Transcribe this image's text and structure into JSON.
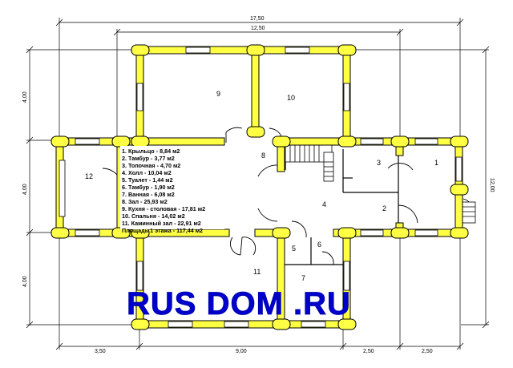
{
  "colors": {
    "wall_fill": "#ffff44",
    "wall_stroke": "#000000",
    "window_fill": "#ffffff",
    "dim_line": "#000000",
    "brand": "#0000cc",
    "legend_bg": "#ffffff"
  },
  "brand": {
    "text": "RUS DOM .RU"
  },
  "dimensions": {
    "top_total": "17,50",
    "top_inner": "12,50",
    "left_top": "4,00",
    "left_middle": "4,00",
    "left_bottom": "4,00",
    "right_total": "12,00",
    "bottom_1": "3,50",
    "bottom_2": "9,00",
    "bottom_3": "2,50",
    "bottom_4": "2,50"
  },
  "rooms": {
    "r1": "1",
    "r2": "2",
    "r3": "3",
    "r4": "4",
    "r5": "5",
    "r6": "6",
    "r7": "7",
    "r8": "8",
    "r9": "9",
    "r10": "10",
    "r11": "11",
    "r12": "12"
  },
  "legend": [
    "1. Крыльцо        - 8,84 м2",
    "2. Тамбур          - 3,77 м2",
    "3. Топочная        - 4,70 м2",
    "4. Холл             - 10,04 м2",
    "5. Туалет           - 1,44 м2",
    "6. Тамбур          - 1,90 м2",
    "7. Ванная           - 6,08 м2",
    "8. Зал               - 25,93 м2",
    "9. Кухня - столовая - 17,81 м2",
    "10. Спальня        - 14,02 м2",
    "11. Каминный зал  - 22,91 м2",
    "Площадь 1 этажа - 117,44 м2"
  ]
}
